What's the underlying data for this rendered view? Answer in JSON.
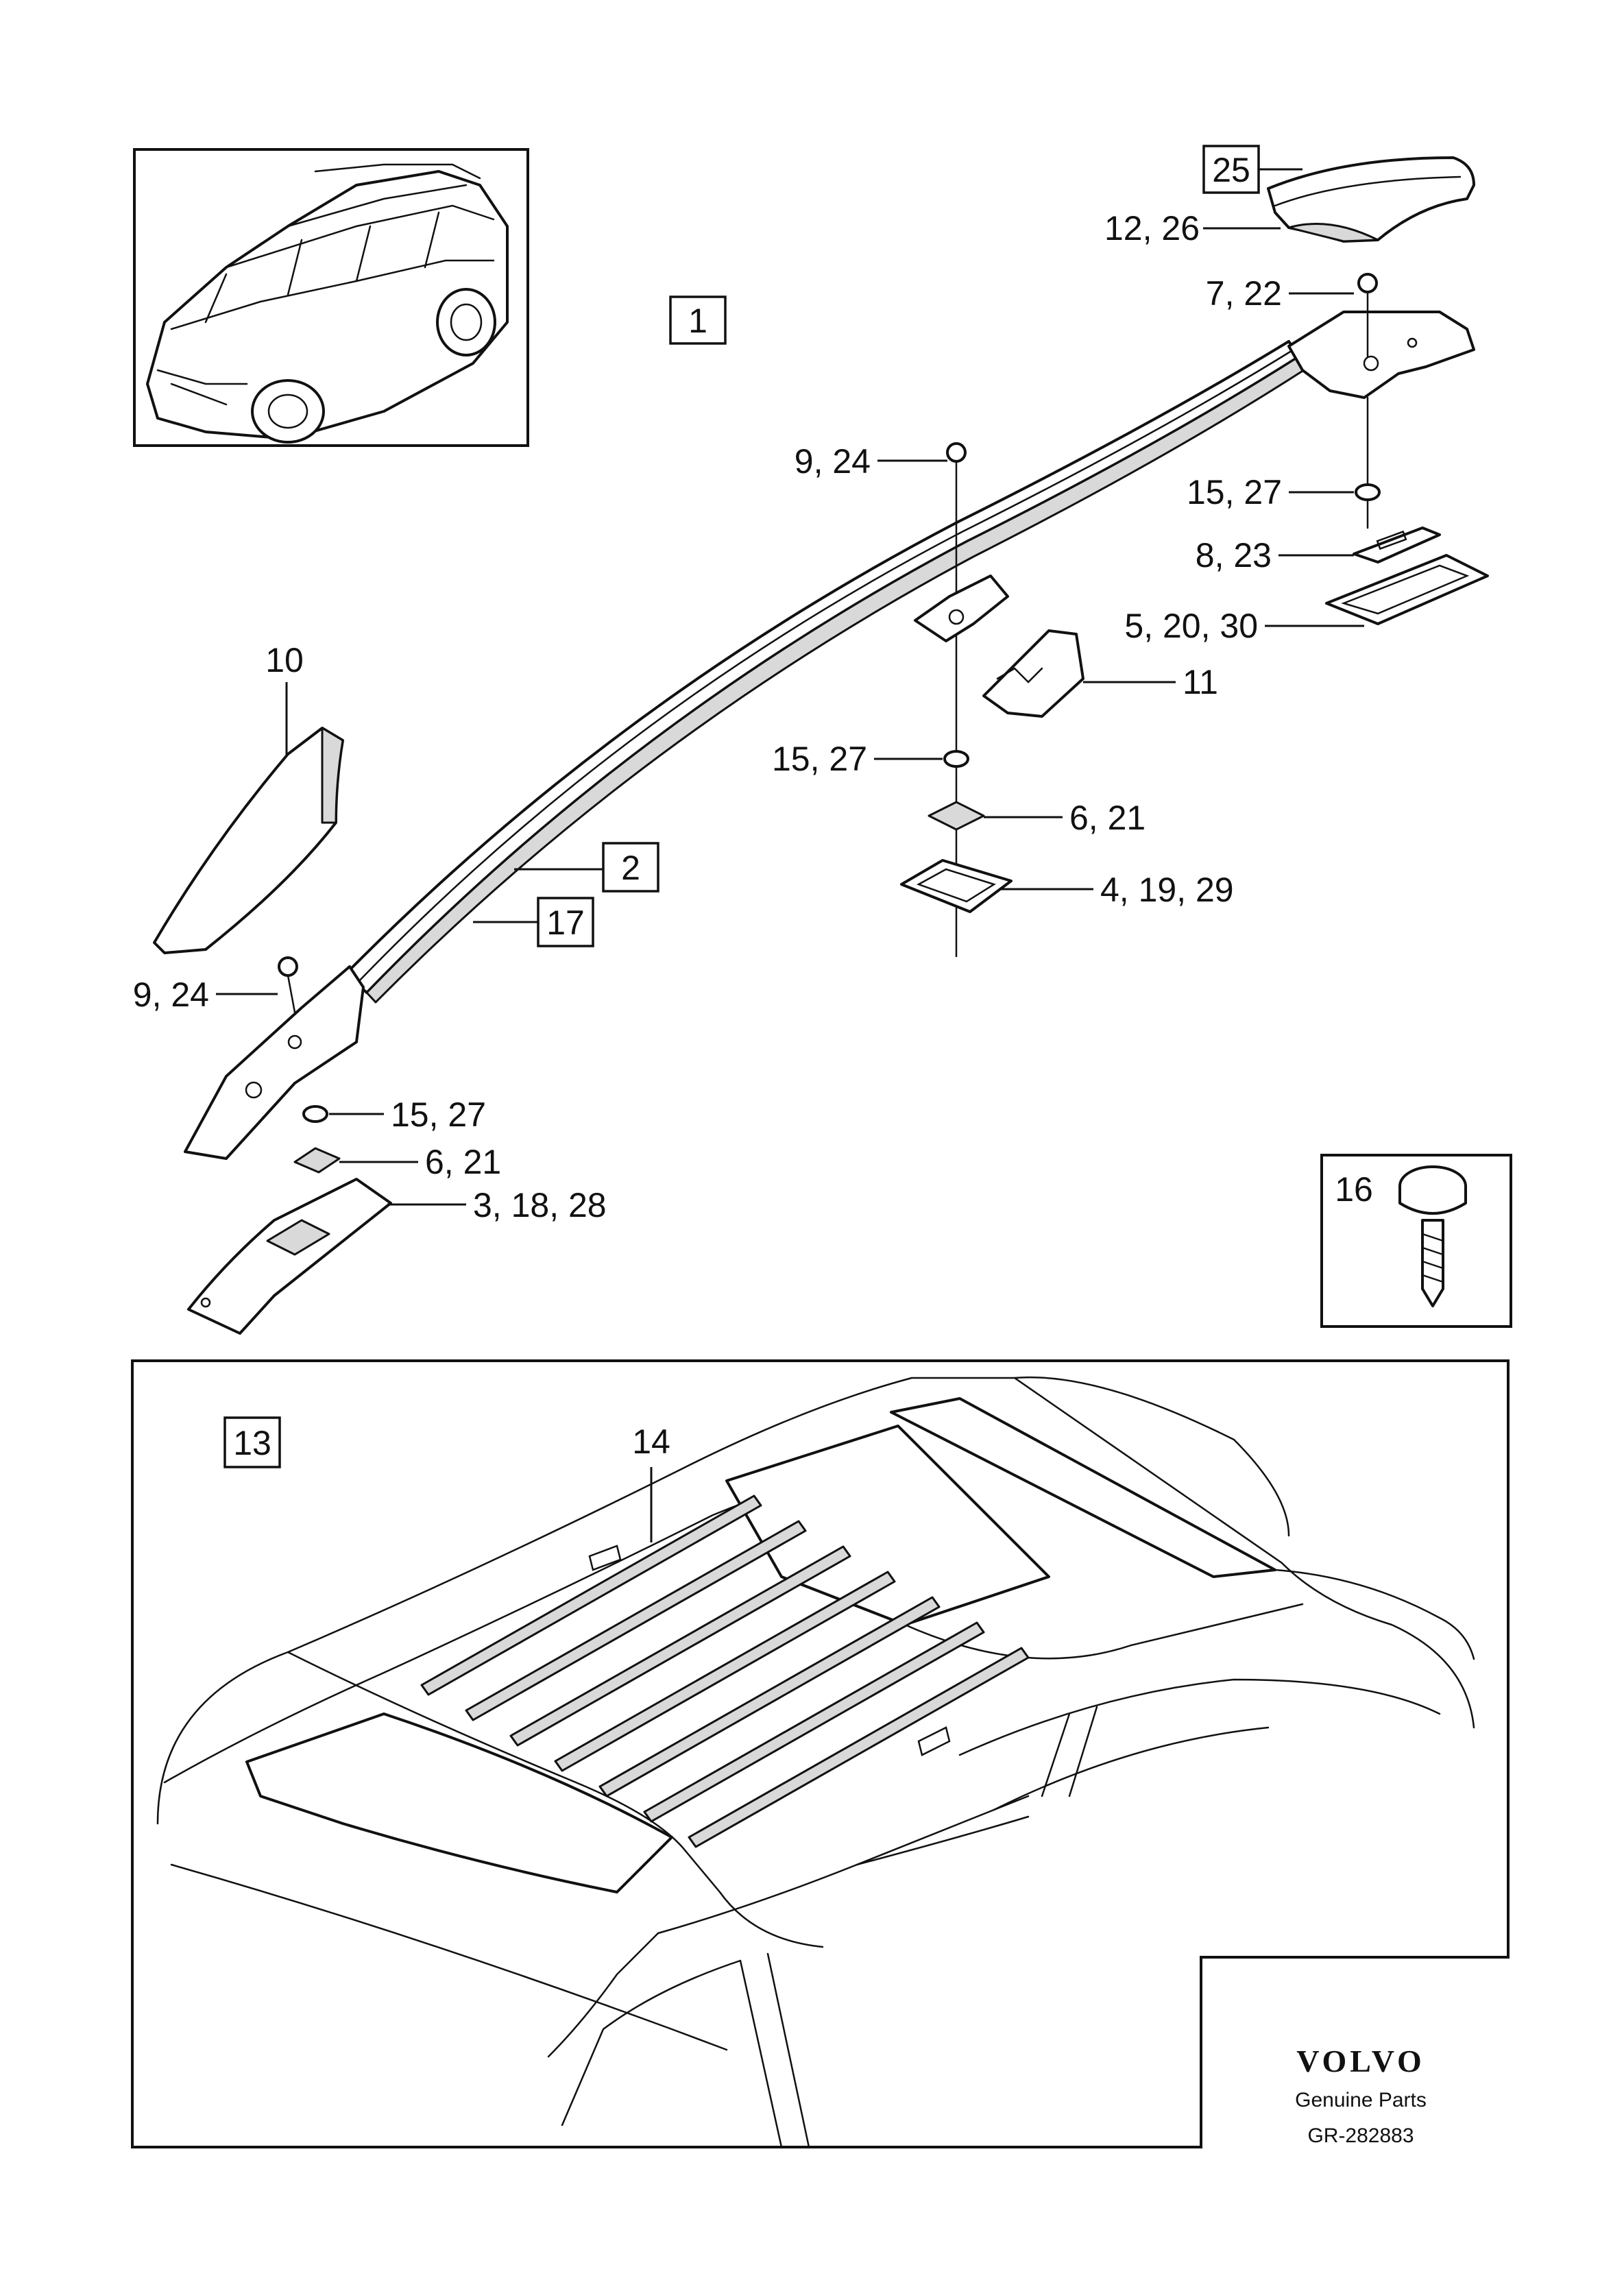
{
  "labels": {
    "l1": "1",
    "l2": "2",
    "l17": "17",
    "l25": "25",
    "l12_26": "12, 26",
    "l7_22": "7,  22",
    "l9_24_top": "9, 24",
    "l15_27_right": "15, 27",
    "l8_23": "8, 23",
    "l5_20_30": "5, 20, 30",
    "l11": "11",
    "l10": "10",
    "l15_27_mid": "15, 27",
    "l6_21_mid": "6, 21",
    "l4_19_29": "4, 19, 29",
    "l9_24_left": "9, 24",
    "l15_27_left": "15, 27",
    "l6_21_left": "6, 21",
    "l3_18_28": "3, 18, 28",
    "l16": "16",
    "l13": "13",
    "l14": "14"
  },
  "footer": {
    "brand": "VOLVO",
    "subtitle": "Genuine Parts",
    "ref": "GR-282883"
  }
}
